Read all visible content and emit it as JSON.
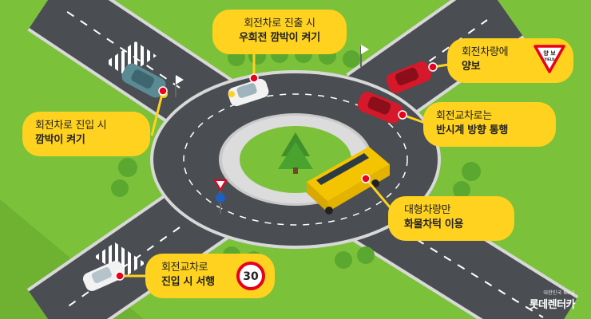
{
  "callouts": {
    "exit": {
      "line1": "회전차로 진출 시",
      "line2": "우회전 깜박이 켜기"
    },
    "yield": {
      "line1": "회전차량에",
      "line2": "양보"
    },
    "ccw": {
      "line1": "회전교차로는",
      "line2": "반시계 방향 통행"
    },
    "enter": {
      "line1": "회전차로 진입 시",
      "line2": "깜박이 켜기"
    },
    "large": {
      "line1": "대형차량만",
      "line2": "화물차턱 이용"
    },
    "slow": {
      "line1": "회전교차로",
      "line2": "진입 시 서행"
    }
  },
  "signs": {
    "yield_ko": "양 보",
    "yield_en": "YIELD",
    "speed_limit": "30"
  },
  "brand": {
    "tagline": "대한민국 No.1",
    "name": "롯데렌터카"
  },
  "colors": {
    "grass": "#7cc13a",
    "road": "#4a4d52",
    "callout": "#ffd21f",
    "accent_red": "#e8001c",
    "bus": "#f5c400"
  }
}
